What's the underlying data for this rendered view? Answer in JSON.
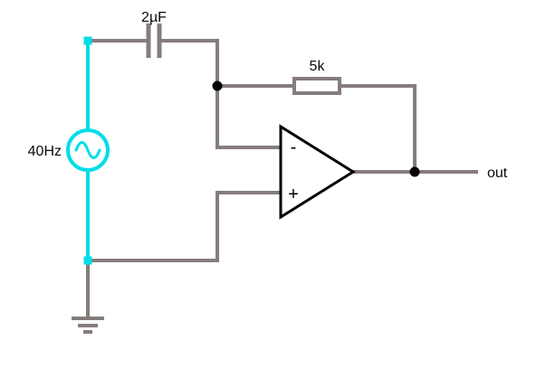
{
  "circuit": {
    "components": {
      "source": {
        "type": "ac-voltage-source",
        "label": "40Hz"
      },
      "capacitor": {
        "label": "2µF"
      },
      "resistor": {
        "label": "5k"
      },
      "opamp": {
        "minus": "-",
        "plus": "+"
      },
      "output": {
        "label": "out"
      },
      "ground": {
        "type": "earth-ground"
      }
    },
    "colors": {
      "wire": "#867c7c",
      "highlight": "#00dde8",
      "outline": "#000000",
      "junction": "#000000",
      "background": "#ffffff"
    }
  }
}
